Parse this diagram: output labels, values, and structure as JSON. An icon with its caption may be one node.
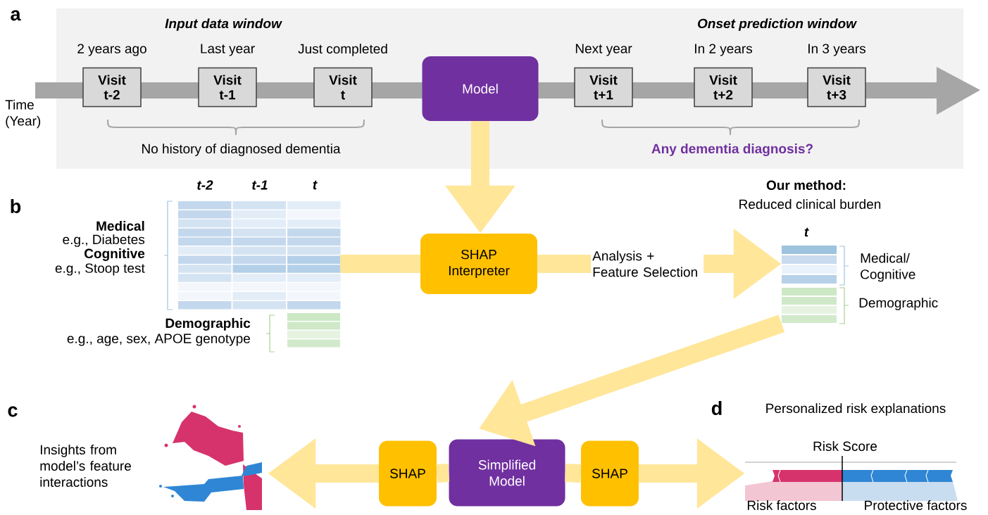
{
  "diagram": {
    "nodes": [
      {
        "text": [
          "Input data window",
          "Onset prediction window"
        ]
      },
      {
        "text": [
          "Visit t-2"
        ],
        "beside": [
          "2 years ago"
        ],
        "in": 0
      },
      {
        "text": [
          "Visit t-1"
        ],
        "beside": [
          "Last year"
        ],
        "in": 0
      },
      {
        "text": [
          "Visit t"
        ],
        "beside": [
          "Just completed"
        ],
        "in": 0
      },
      {
        "text": [
          "Model"
        ],
        "in": 0
      },
      {
        "text": [
          "Visit t+1"
        ],
        "beside": [
          "Next year"
        ],
        "in": 0
      },
      {
        "text": [
          "Visit t+2"
        ],
        "beside": [
          "In 2 years"
        ],
        "in": 0
      },
      {
        "text": [
          "Visit t+3"
        ],
        "beside": [
          "In 3 years"
        ],
        "in": 0
      },
      {
        "text": [
          "SHAP Interpreter"
        ]
      },
      {
        "text": [],
        "shape": "box",
        "beside": [
          "t-2",
          "t-1",
          "t"
        ]
      },
      {
        "text": [
          "Our method:",
          "Reduced clinical burden",
          "t"
        ]
      },
      {
        "text": [
          "Simplified Model"
        ]
      },
      {
        "text": [
          "SHAP"
        ]
      },
      {
        "text": [
          "SHAP"
        ]
      },
      {
        "text": [],
        "shape": "picture",
        "beside": [
          "Insights from model’s feature interactions"
        ]
      },
      {
        "text": [],
        "shape": "picture",
        "beside": [
          "Personalized risk explanations",
          "Risk Score",
          "Risk factors",
          "Protective factors"
        ]
      }
    ],
    "edges": [
      {
        "from": 4,
        "to": 8,
        "arrow": "to"
      },
      {
        "from": 9,
        "to": 8,
        "arrow": "none"
      },
      {
        "from": 8,
        "to": 10,
        "arrow": "to",
        "label": "Analysis + Feature Selection"
      },
      {
        "from": 10,
        "to": 11,
        "arrow": "to"
      },
      {
        "from": 11,
        "to": 12,
        "arrow": "none"
      },
      {
        "from": 12,
        "to": 14,
        "arrow": "to"
      },
      {
        "from": 11,
        "to": 13,
        "arrow": "none"
      },
      {
        "from": 13,
        "to": 15,
        "arrow": "to"
      }
    ],
    "labels": [
      "a",
      "Time (Year)",
      "No history of diagnosed dementia",
      "Any dementia diagnosis?",
      "b",
      "Medical",
      "e.g., Diabetes",
      "Cognitive",
      "e.g., Stoop test",
      "Demographic",
      "e.g., age, sex, APOE genotype",
      "Medical/ Cognitive",
      "Demographic",
      "c",
      "d"
    ]
  }
}
